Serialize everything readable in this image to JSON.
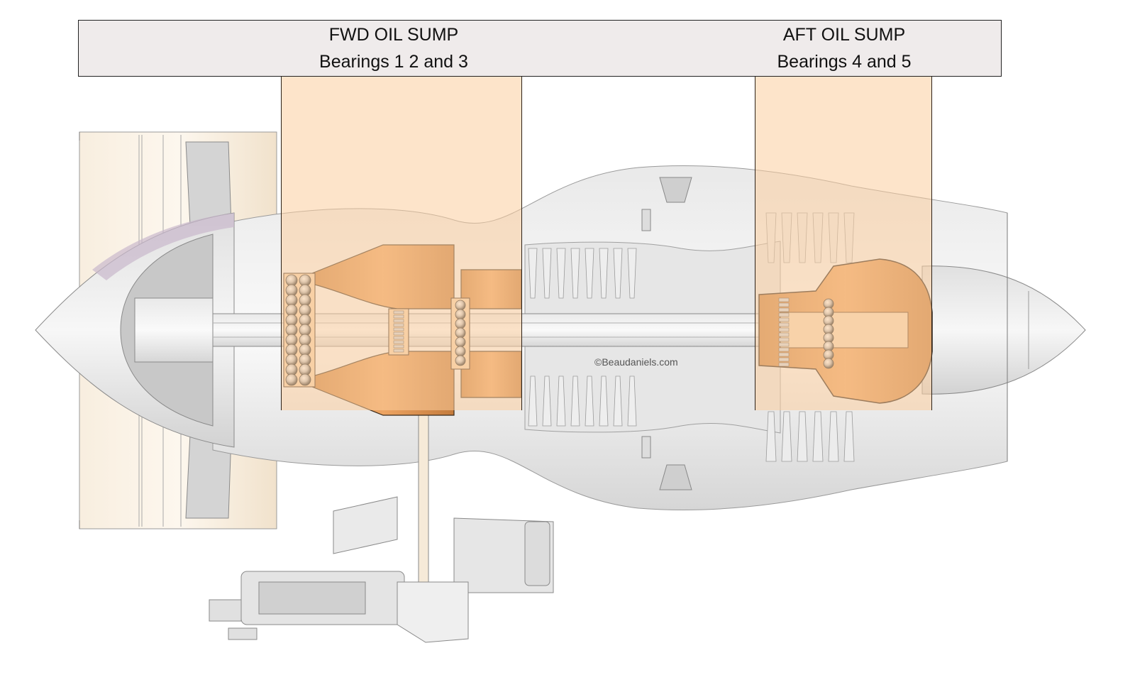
{
  "diagram": {
    "subject": "Turbofan engine cross-section showing oil sump locations",
    "header": {
      "fwd_sump": {
        "title": "FWD OIL SUMP",
        "subtitle": "Bearings 1 2 and 3"
      },
      "aft_sump": {
        "title": "AFT OIL SUMP",
        "subtitle": "Bearings 4 and 5"
      }
    },
    "watermark": "©Beaudaniels.com",
    "colors": {
      "header_bg": "#efebeb",
      "sump_highlight": "#fcce9e",
      "sump_oil": "#d88e4a",
      "engine_metal": "#d9d9d9",
      "engine_cream": "#f6ead8",
      "spinner_tint": "#c9b8cc"
    },
    "components": {
      "fwd_bearings": [
        "Bearing 1",
        "Bearing 2",
        "Bearing 3"
      ],
      "aft_bearings": [
        "Bearing 4",
        "Bearing 5"
      ],
      "other": [
        "Fan",
        "Spinner",
        "Compressor",
        "Combustor",
        "Turbine",
        "Exhaust cone",
        "Accessory gearbox"
      ]
    }
  }
}
